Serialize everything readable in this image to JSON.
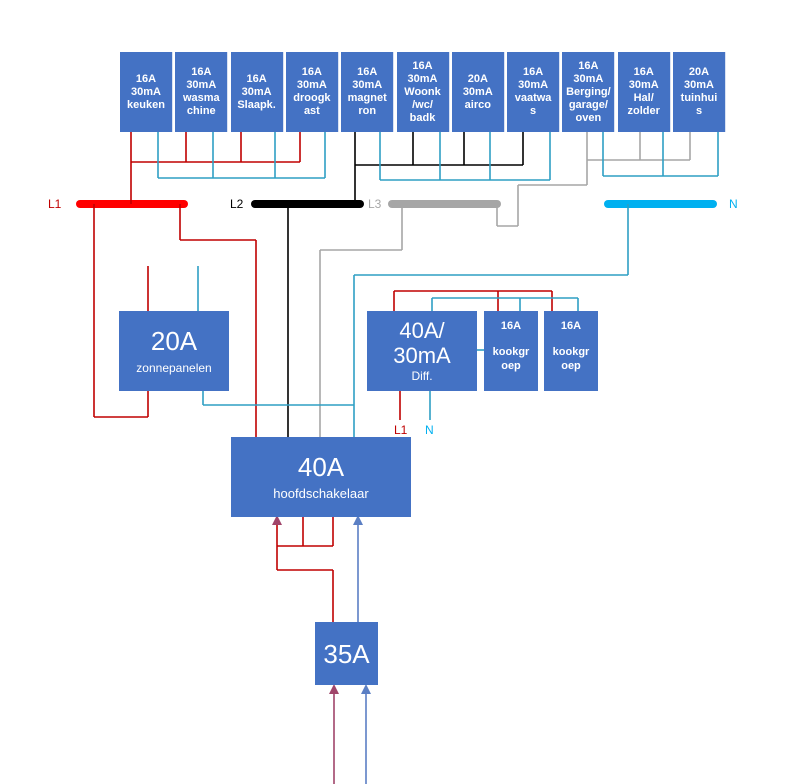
{
  "breakers": [
    {
      "amp": "16A",
      "rcd": "30mA",
      "label": "keuken"
    },
    {
      "amp": "16A",
      "rcd": "30mA",
      "label": "wasma\nchine"
    },
    {
      "amp": "16A",
      "rcd": "30mA",
      "label": "Slaapk."
    },
    {
      "amp": "16A",
      "rcd": "30mA",
      "label": "droogk\nast"
    },
    {
      "amp": "16A",
      "rcd": "30mA",
      "label": "magnet\nron"
    },
    {
      "amp": "16A",
      "rcd": "30mA",
      "label": "Woonk\n/wc/\nbadk"
    },
    {
      "amp": "20A",
      "rcd": "30mA",
      "label": "airco"
    },
    {
      "amp": "16A",
      "rcd": "30mA",
      "label": "vaatwa\ns"
    },
    {
      "amp": "16A",
      "rcd": "30mA",
      "label": "Berging/\ngarage/\noven"
    },
    {
      "amp": "16A",
      "rcd": "30mA",
      "label": "Hal/\nzolder"
    },
    {
      "amp": "20A",
      "rcd": "30mA",
      "label": "tuinhui\ns"
    }
  ],
  "rails": {
    "l1": "L1",
    "l2": "L2",
    "l3": "L3",
    "n": "N"
  },
  "solar": {
    "amp": "20A",
    "label": "zonnepanelen"
  },
  "diff": {
    "amp": "40A/\n30mA",
    "label": "Diff."
  },
  "kookgroep": [
    {
      "amp": "16A",
      "label": "kookgr\noep"
    },
    {
      "amp": "16A",
      "label": "kookgr\noep"
    }
  ],
  "diff_out": {
    "l1": "L1",
    "n": "N"
  },
  "main_switch": {
    "amp": "40A",
    "label": "hoofdschakelaar"
  },
  "main_fuse": {
    "amp": "35A"
  },
  "colors": {
    "box": "#4472c4",
    "l1": "#ff0000",
    "l1_wire": "#c00000",
    "l2": "#000000",
    "l3": "#a6a6a6",
    "n": "#00b0f0",
    "n_wire": "#2e9fc4",
    "feed_arrow_l": "#a0456a",
    "feed_arrow_n": "#5b7fc4"
  }
}
